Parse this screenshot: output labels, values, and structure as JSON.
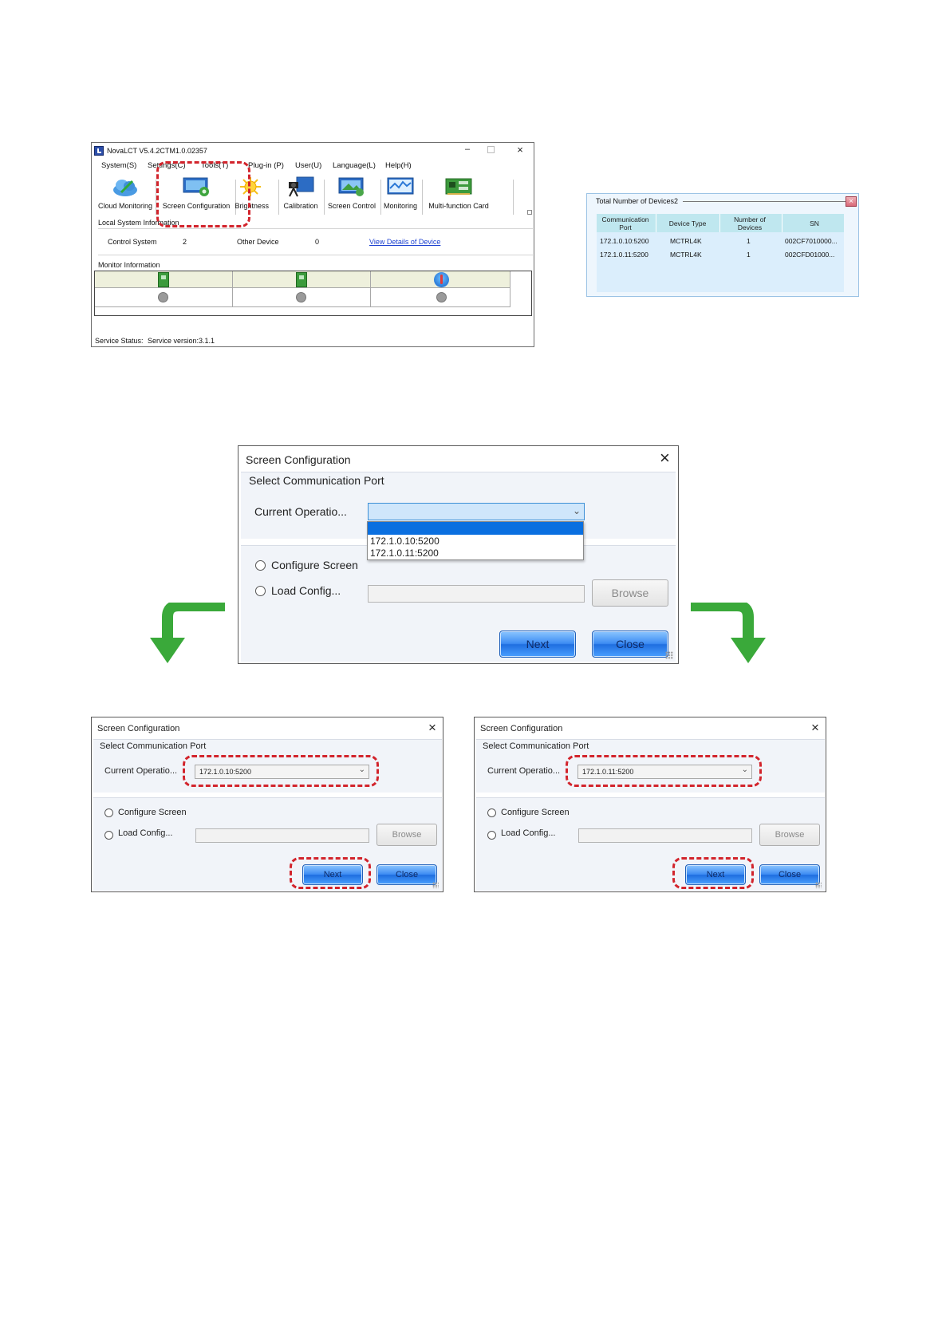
{
  "main_window": {
    "title": "NovaLCT V5.4.2CTM1.0.02357",
    "menu": [
      "System(S)",
      "Settings(C)",
      "Tools(T)",
      "Plug-in (P)",
      "User(U)",
      "Language(L)",
      "Help(H)"
    ],
    "tools": [
      {
        "label": "Cloud Monitoring",
        "icon": "cloud-monitoring-icon"
      },
      {
        "label": "Screen Configuration",
        "icon": "screen-configuration-icon"
      },
      {
        "label": "Brightness",
        "icon": "brightness-icon"
      },
      {
        "label": "Calibration",
        "icon": "calibration-icon"
      },
      {
        "label": "Screen Control",
        "icon": "screen-control-icon"
      },
      {
        "label": "Monitoring",
        "icon": "monitoring-icon"
      },
      {
        "label": "Multi-function Card",
        "icon": "multi-function-card-icon"
      }
    ],
    "local_system_info": {
      "heading": "Local System Information",
      "control_system_label": "Control System",
      "control_system_value": "2",
      "other_device_label": "Other Device",
      "other_device_value": "0",
      "view_details_link": "View Details of Device"
    },
    "monitor_info": {
      "heading": "Monitor Information"
    },
    "status": {
      "label": "Service Status:",
      "value": "Service version:3.1.1"
    }
  },
  "devices_popup": {
    "title": "Total Number of Devices2",
    "columns": [
      "Communication Port",
      "Device Type",
      "Number of Devices",
      "SN"
    ],
    "rows": [
      [
        "172.1.0.10:5200",
        "MCTRL4K",
        "1",
        "002CF7010000..."
      ],
      [
        "172.1.0.11:5200",
        "MCTRL4K",
        "1",
        "002CFD01000..."
      ]
    ]
  },
  "dialog_main": {
    "title": "Screen Configuration",
    "section": "Select Communication Port",
    "current_operation_label": "Current Operatio...",
    "current_value": "",
    "dropdown_options": [
      "172.1.0.10:5200",
      "172.1.0.11:5200"
    ],
    "configure_screen_label": "Configure Screen",
    "load_config_label": "Load Config...",
    "browse_label": "Browse",
    "next_label": "Next",
    "close_label": "Close"
  },
  "dialog_left": {
    "title": "Screen Configuration",
    "section": "Select Communication Port",
    "current_operation_label": "Current Operatio...",
    "current_value": "172.1.0.10:5200",
    "configure_screen_label": "Configure Screen",
    "load_config_label": "Load Config...",
    "browse_label": "Browse",
    "next_label": "Next",
    "close_label": "Close"
  },
  "dialog_right": {
    "title": "Screen Configuration",
    "section": "Select Communication Port",
    "current_operation_label": "Current Operatio...",
    "current_value": "172.1.0.11:5200",
    "configure_screen_label": "Configure Screen",
    "load_config_label": "Load Config...",
    "browse_label": "Browse",
    "next_label": "Next",
    "close_label": "Close"
  },
  "colors": {
    "highlight_red": "#d2242c",
    "arrow_green": "#3aa93a",
    "button_blue": "#3d8cf3",
    "popup_header": "#bfe7ef"
  }
}
